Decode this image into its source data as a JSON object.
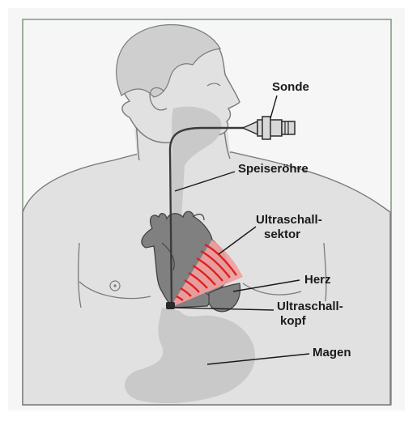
{
  "labels": {
    "probe": "Sonde",
    "esophagus": "Speiseröhre",
    "sector_line1": "Ultraschall-",
    "sector_line2": "sektor",
    "heart": "Herz",
    "head_line1": "Ultraschall-",
    "head_line2": "kopf",
    "stomach": "Magen"
  },
  "colors": {
    "background": "#f6f6f6",
    "frame_border": "#7d977f",
    "body_fill": "#e1e1e1",
    "body_outline": "#7a7a7a",
    "organ_light": "#c9c9c9",
    "heart_fill": "#808080",
    "heart_outline": "#404040",
    "sector_fill": "#f0a0a0",
    "sector_lines": "#e01f1f",
    "leader_lines": "#1a1a1a"
  }
}
